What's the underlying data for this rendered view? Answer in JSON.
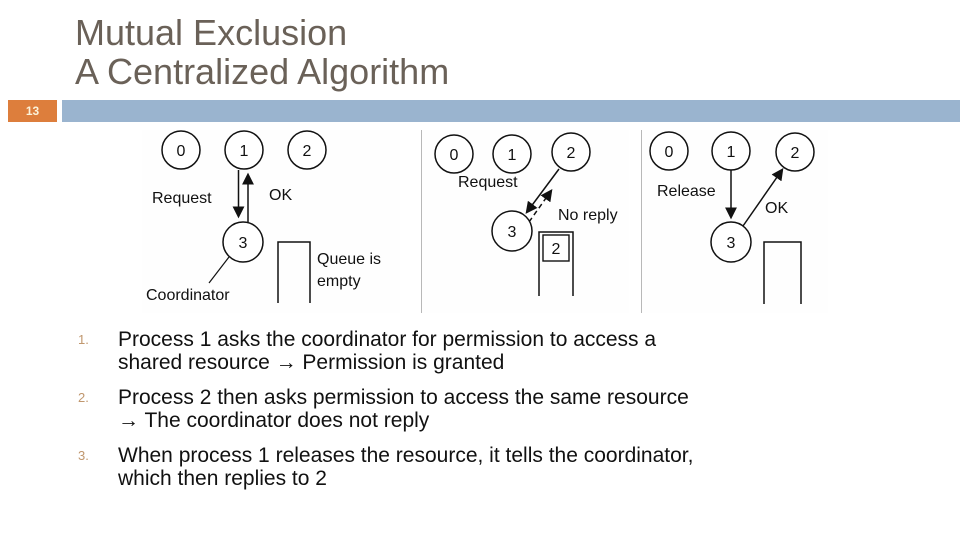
{
  "slide": {
    "title_line1": "Mutual Exclusion",
    "title_line2": "A Centralized Algorithm",
    "page_number": "13"
  },
  "colors": {
    "accent_orange": "#dd7e3c",
    "accent_blue": "#9ab4cf",
    "title_gray": "#6a6158",
    "marker_tan": "#c0976e"
  },
  "diagrams": {
    "panel1": {
      "processes": [
        "0",
        "1",
        "2"
      ],
      "coordinator": "3",
      "request_label": "Request",
      "ok_label": "OK",
      "coordinator_label": "Coordinator",
      "queue_label_line1": "Queue is",
      "queue_label_line2": "empty"
    },
    "panel2": {
      "processes": [
        "0",
        "1",
        "2"
      ],
      "coordinator": "3",
      "request_label": "Request",
      "no_reply_label": "No reply",
      "queue_entry": "2"
    },
    "panel3": {
      "processes": [
        "0",
        "1",
        "2"
      ],
      "coordinator": "3",
      "release_label": "Release",
      "ok_label": "OK"
    }
  },
  "list": {
    "items": [
      {
        "marker": "1.",
        "lines": [
          "Process 1 asks the coordinator for permission to access a",
          "shared resource → Permission is granted"
        ]
      },
      {
        "marker": "2.",
        "lines": [
          "Process 2 then asks permission to access the same resource",
          "→ The coordinator does not reply"
        ]
      },
      {
        "marker": "3.",
        "lines": [
          "When process 1 releases the resource, it tells the coordinator,",
          "which then replies to 2"
        ]
      }
    ]
  }
}
